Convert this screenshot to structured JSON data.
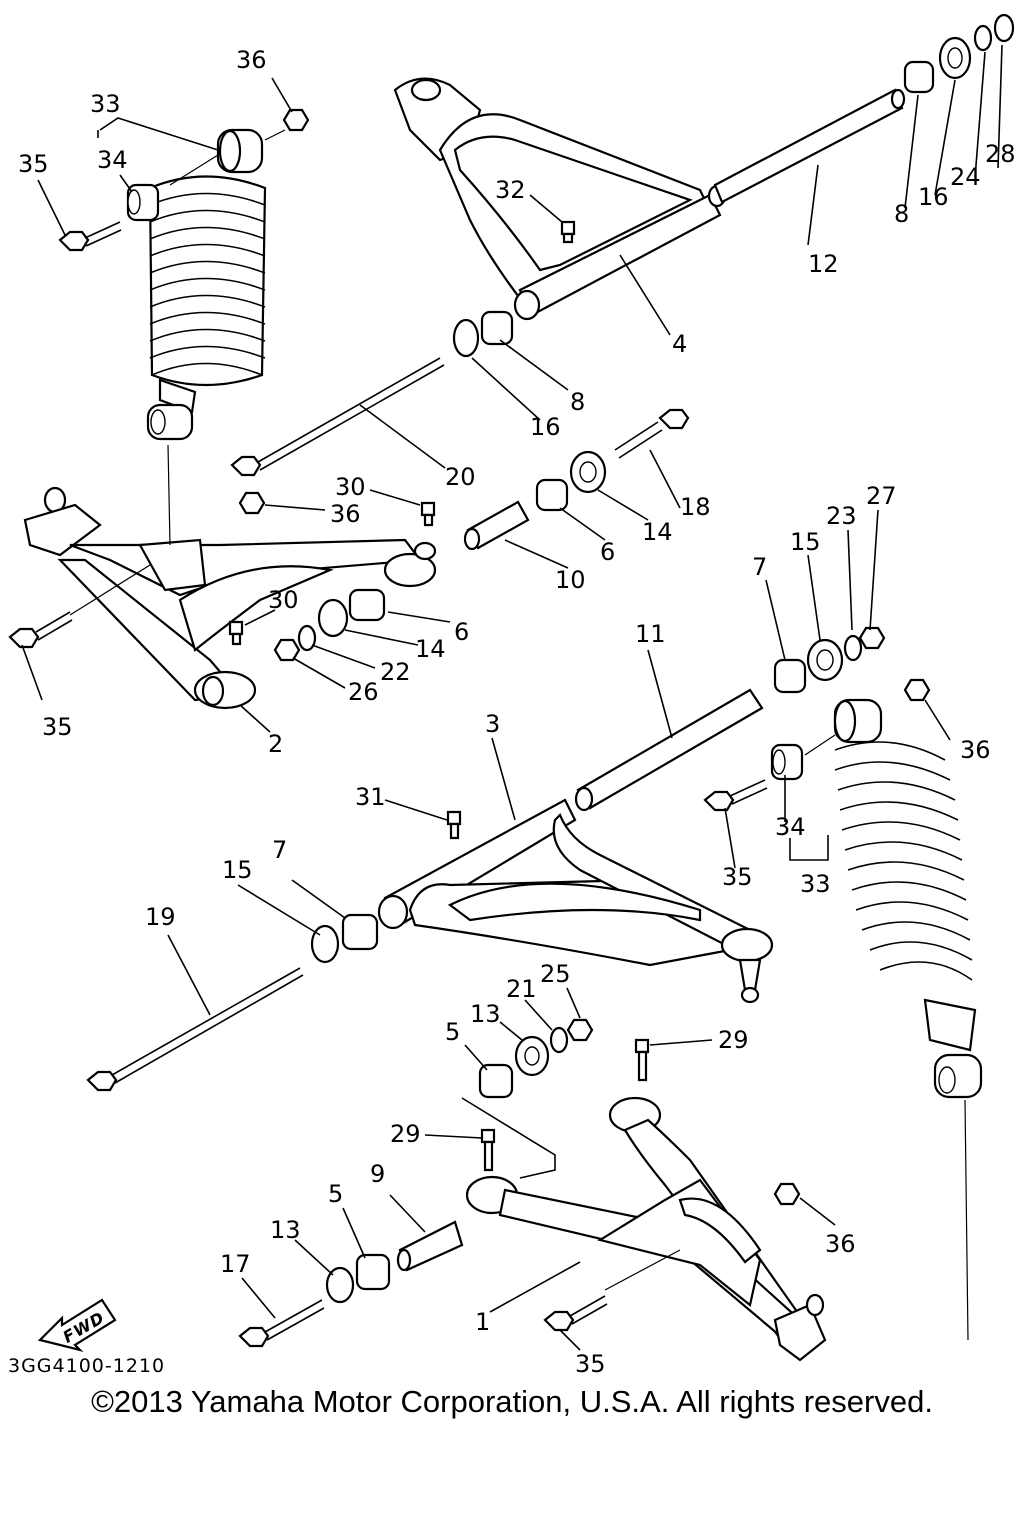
{
  "diagram": {
    "drawing_code": "3GG4100-1210",
    "fwd_label": "FWD",
    "copyright": "©2013 Yamaha Motor Corporation, U.S.A. All rights reserved.",
    "callouts": [
      {
        "id": "c36a",
        "label": "36"
      },
      {
        "id": "c33a",
        "label": "33"
      },
      {
        "id": "c34a",
        "label": "34"
      },
      {
        "id": "c35a",
        "label": "35"
      },
      {
        "id": "c32",
        "label": "32"
      },
      {
        "id": "c12",
        "label": "12"
      },
      {
        "id": "c28",
        "label": "28"
      },
      {
        "id": "c24",
        "label": "24"
      },
      {
        "id": "c16a",
        "label": "16"
      },
      {
        "id": "c8a",
        "label": "8"
      },
      {
        "id": "c4",
        "label": "4"
      },
      {
        "id": "c8b",
        "label": "8"
      },
      {
        "id": "c16b",
        "label": "16"
      },
      {
        "id": "c20",
        "label": "20"
      },
      {
        "id": "c18",
        "label": "18"
      },
      {
        "id": "c30a",
        "label": "30"
      },
      {
        "id": "c36b",
        "label": "36"
      },
      {
        "id": "c14a",
        "label": "14"
      },
      {
        "id": "c6a",
        "label": "6"
      },
      {
        "id": "c10",
        "label": "10"
      },
      {
        "id": "c27",
        "label": "27"
      },
      {
        "id": "c23",
        "label": "23"
      },
      {
        "id": "c15a",
        "label": "15"
      },
      {
        "id": "c7a",
        "label": "7"
      },
      {
        "id": "c30b",
        "label": "30"
      },
      {
        "id": "c6b",
        "label": "6"
      },
      {
        "id": "c14b",
        "label": "14"
      },
      {
        "id": "c22",
        "label": "22"
      },
      {
        "id": "c26",
        "label": "26"
      },
      {
        "id": "c35b",
        "label": "35"
      },
      {
        "id": "c2",
        "label": "2"
      },
      {
        "id": "c11",
        "label": "11"
      },
      {
        "id": "c3",
        "label": "3"
      },
      {
        "id": "c36c",
        "label": "36"
      },
      {
        "id": "c31",
        "label": "31"
      },
      {
        "id": "c34b",
        "label": "34"
      },
      {
        "id": "c35c",
        "label": "35"
      },
      {
        "id": "c33b",
        "label": "33"
      },
      {
        "id": "c7b",
        "label": "7"
      },
      {
        "id": "c15b",
        "label": "15"
      },
      {
        "id": "c19",
        "label": "19"
      },
      {
        "id": "c25",
        "label": "25"
      },
      {
        "id": "c21",
        "label": "21"
      },
      {
        "id": "c13a",
        "label": "13"
      },
      {
        "id": "c5a",
        "label": "5"
      },
      {
        "id": "c29a",
        "label": "29"
      },
      {
        "id": "c29b",
        "label": "29"
      },
      {
        "id": "c9",
        "label": "9"
      },
      {
        "id": "c5b",
        "label": "5"
      },
      {
        "id": "c13b",
        "label": "13"
      },
      {
        "id": "c17",
        "label": "17"
      },
      {
        "id": "c36d",
        "label": "36"
      },
      {
        "id": "c1",
        "label": "1"
      },
      {
        "id": "c35d",
        "label": "35"
      }
    ]
  }
}
